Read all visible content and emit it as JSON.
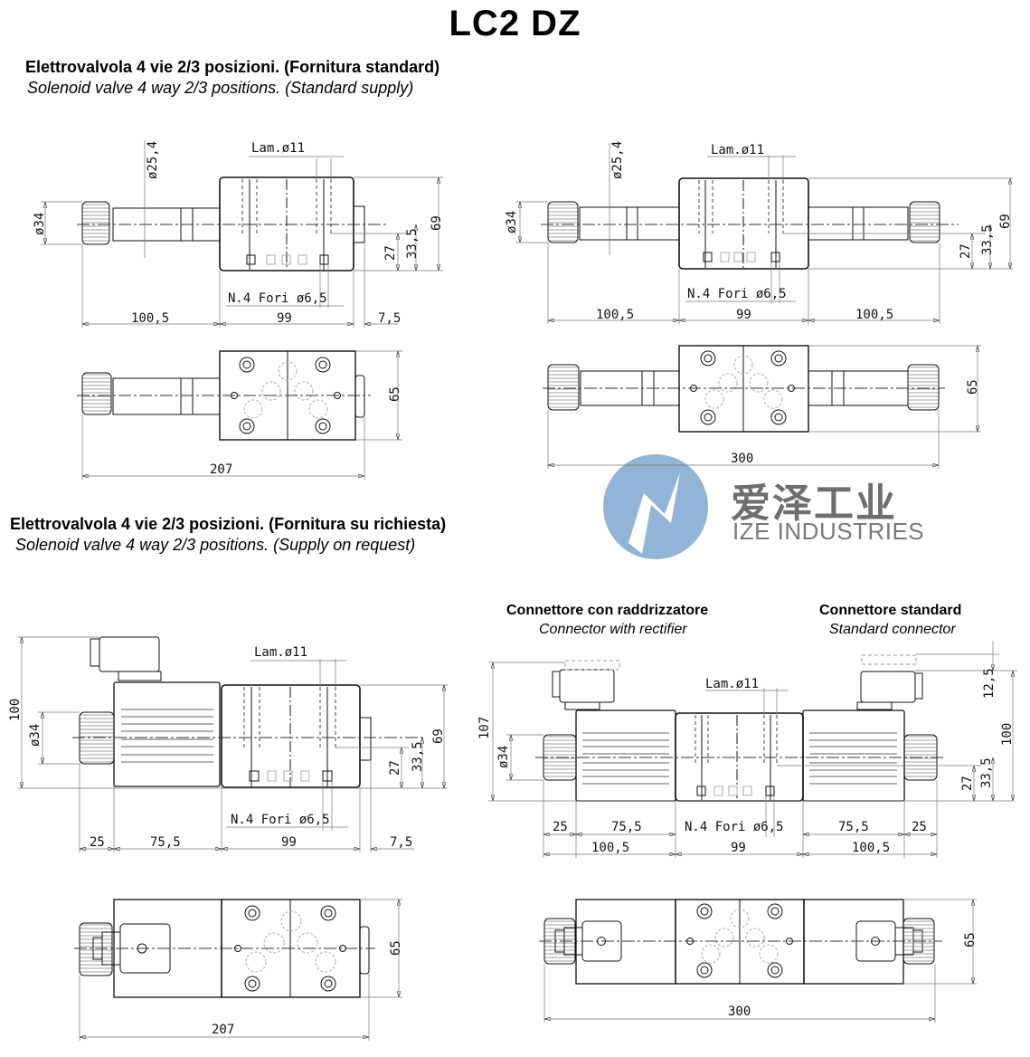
{
  "page": {
    "title": "LC2 DZ"
  },
  "section_standard": {
    "heading_it": "Elettrovalvola 4 vie 2/3 posizioni. (Fornitura standard)",
    "heading_en": "Solenoid valve 4 way 2/3 positions. (Standard supply)",
    "single_side": {
      "lam": "Lam.ø11",
      "diam_tube": "ø25,4",
      "diam_knob": "ø34",
      "holes": "N.4 Fori ø6,5",
      "h_69": "69",
      "h_33_5": "33,5",
      "h_27": "27",
      "w_100_5": "100,5",
      "w_99": "99",
      "w_7_5": "7,5",
      "plan_h_65": "65",
      "plan_w_207": "207"
    },
    "double_side": {
      "lam": "Lam.ø11",
      "diam_tube": "ø25,4",
      "diam_knob": "ø34",
      "holes": "N.4 Fori ø6,5",
      "h_69": "69",
      "h_33_5": "33,5",
      "h_27": "27",
      "w_left": "100,5",
      "w_99": "99",
      "w_right": "100,5",
      "plan_h_65": "65",
      "plan_w_300": "300"
    }
  },
  "section_request": {
    "heading_it": "Elettrovalvola 4 vie 2/3 posizioni. (Fornitura su richiesta)",
    "heading_en": "Solenoid valve 4 way 2/3 positions. (Supply on request)",
    "single_side": {
      "lam": "Lam.ø11",
      "diam_knob": "ø34",
      "holes": "N.4 Fori ø6,5",
      "h_100": "100",
      "h_69": "69",
      "h_33_5": "33,5",
      "h_27": "27",
      "w_25": "25",
      "w_75_5": "75,5",
      "w_99": "99",
      "w_7_5": "7,5",
      "plan_h_65": "65",
      "plan_w_207": "207"
    },
    "double_side": {
      "label_rectifier_it": "Connettore con raddrizzatore",
      "label_rectifier_en": "Connector with rectifier",
      "label_standard_it": "Connettore standard",
      "label_standard_en": "Standard connector",
      "lam": "Lam.ø11",
      "diam_knob": "ø34",
      "holes": "N.4 Fori ø6,5",
      "h_107": "107",
      "h_100": "100",
      "h_12_5": "12,5",
      "h_33_5": "33,5",
      "h_27": "27",
      "w_25_l": "25",
      "w_75_5_l": "75,5",
      "w_100_5_l": "100,5",
      "w_99": "99",
      "w_75_5_r": "75,5",
      "w_25_r": "25",
      "w_100_5_r": "100,5",
      "plan_h_65": "65",
      "plan_w_300": "300"
    }
  },
  "watermark": {
    "name_cn": "爱泽工业",
    "name_en": "IZE INDUSTRIES",
    "logo_color": "#7fa8cf",
    "text_color": "#6e6e6e"
  }
}
